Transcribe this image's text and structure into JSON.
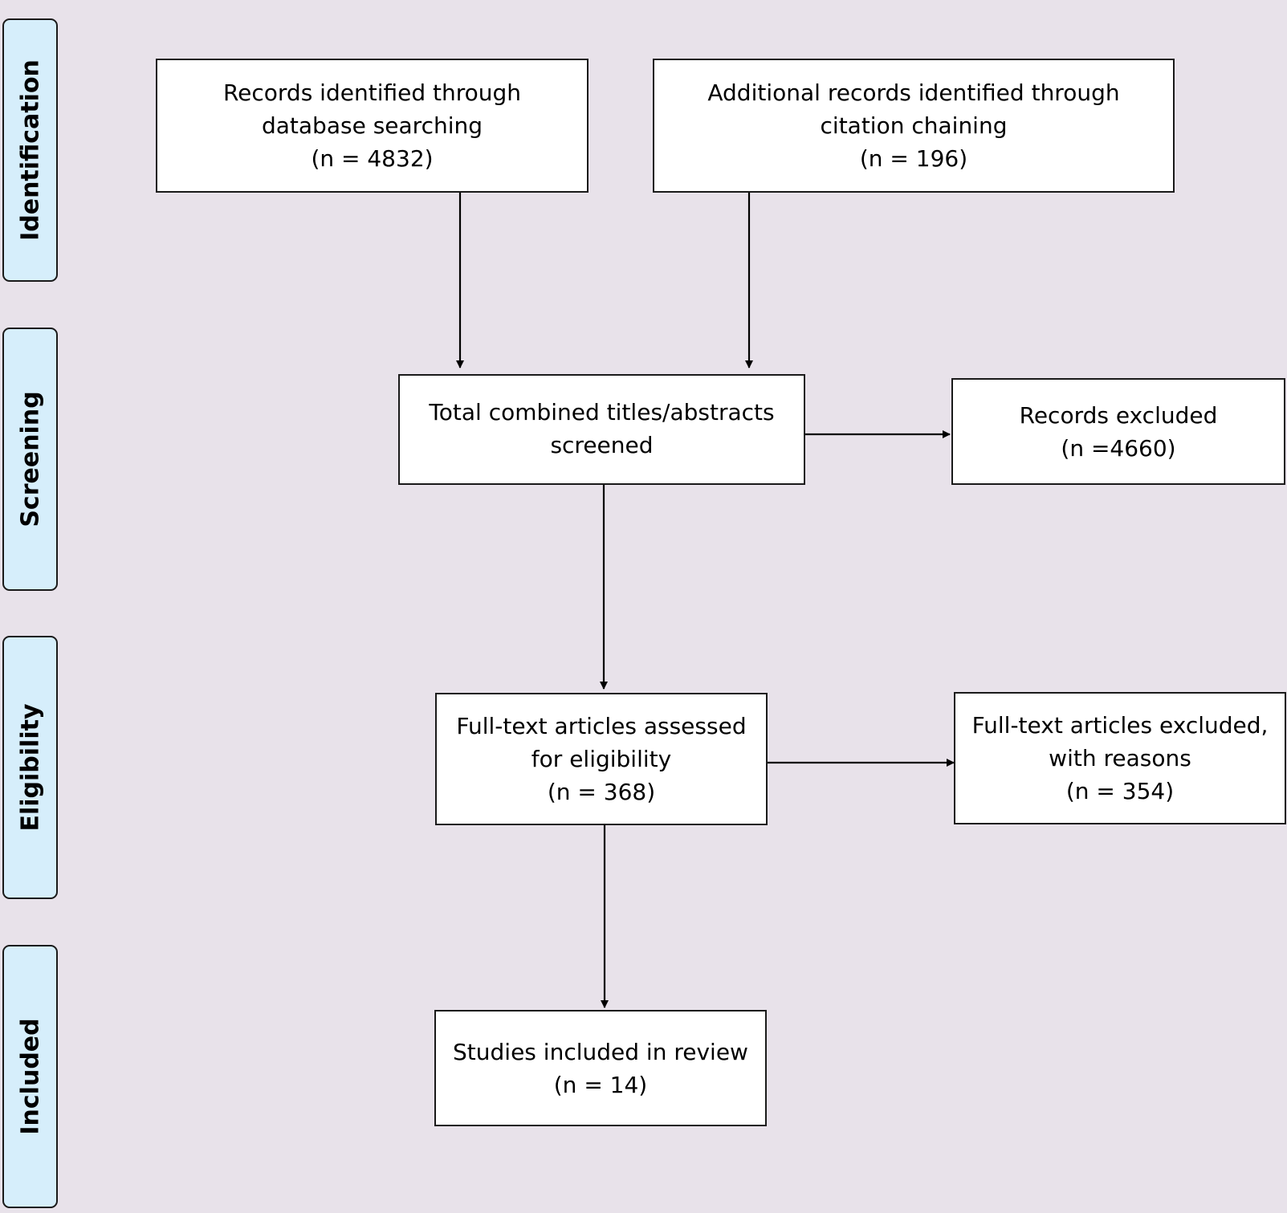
{
  "phases": {
    "identification": "Identification",
    "screening": "Screening",
    "eligibility": "Eligibility",
    "included": "Included"
  },
  "boxes": {
    "database": {
      "line1": "Records identified through",
      "line2": "database searching",
      "count": "(n = 4832)"
    },
    "citation": {
      "line1": "Additional records identified through",
      "line2": "citation chaining",
      "count": "(n = 196)"
    },
    "screened": {
      "line1": "Total combined titles/abstracts",
      "line2": "screened"
    },
    "excluded": {
      "line1": "Records excluded",
      "count": "(n =4660)"
    },
    "fulltext": {
      "line1": "Full-text articles assessed",
      "line2": "for eligibility",
      "count": "(n = 368)"
    },
    "fulltext_excluded": {
      "line1": "Full-text articles excluded,",
      "line2": "with reasons",
      "count": "(n = 354)"
    },
    "included": {
      "line1": "Studies included in review",
      "count": "(n = 14)"
    }
  }
}
